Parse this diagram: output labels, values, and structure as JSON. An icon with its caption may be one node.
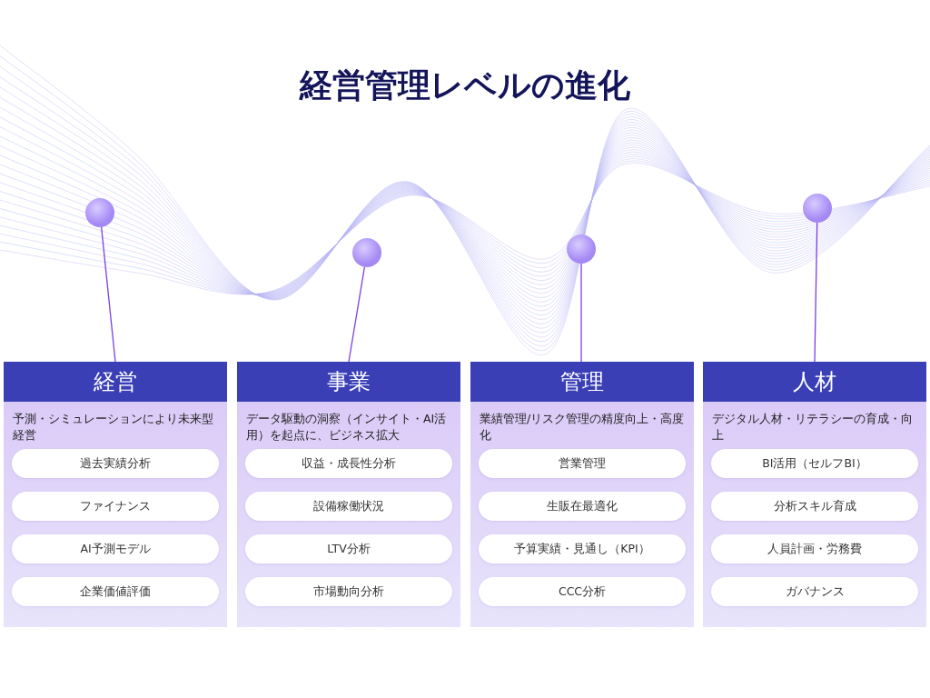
{
  "diagram": {
    "title": "経営管理レベルの進化",
    "nodes": [
      {
        "text": [],
        "shape": "circle"
      },
      {
        "text": [],
        "shape": "circle"
      },
      {
        "text": [],
        "shape": "circle"
      },
      {
        "text": [],
        "shape": "circle"
      },
      {
        "text": [
          "経営",
          "予測・シミュレーションにより未来型経営"
        ]
      },
      {
        "text": [
          "過去実績分析"
        ],
        "in": 4
      },
      {
        "text": [
          "ファイナンス"
        ],
        "in": 4
      },
      {
        "text": [
          "AI予測モデル"
        ],
        "in": 4
      },
      {
        "text": [
          "企業価値評価"
        ],
        "in": 4
      },
      {
        "text": [
          "事業",
          "データ駆動の洞察（インサイト・AI活用）を起点に、ビジネス拡大"
        ]
      },
      {
        "text": [
          "収益・成長性分析"
        ],
        "in": 9
      },
      {
        "text": [
          "設備稼働状況"
        ],
        "in": 9
      },
      {
        "text": [
          "LTV分析"
        ],
        "in": 9
      },
      {
        "text": [
          "市場動向分析"
        ],
        "in": 9
      },
      {
        "text": [
          "管理",
          "業績管理/リスク管理の精度向上・高度化"
        ]
      },
      {
        "text": [
          "営業管理"
        ],
        "in": 14
      },
      {
        "text": [
          "生販在最適化"
        ],
        "in": 14
      },
      {
        "text": [
          "予算実績・見通し（KPI）"
        ],
        "in": 14
      },
      {
        "text": [
          "CCC分析"
        ],
        "in": 14
      },
      {
        "text": [
          "人材",
          "デジタル人材・リテラシーの育成・向上"
        ]
      },
      {
        "text": [
          "BI活用（セルフBI）"
        ],
        "in": 19
      },
      {
        "text": [
          "分析スキル育成"
        ],
        "in": 19
      },
      {
        "text": [
          "人員計画・労務費"
        ],
        "in": 19
      },
      {
        "text": [
          "ガバナンス"
        ],
        "in": 19
      }
    ],
    "edges": [
      {
        "from": 0,
        "to": 4,
        "arrow": "none"
      },
      {
        "from": 1,
        "to": 9,
        "arrow": "none"
      },
      {
        "from": 2,
        "to": 14,
        "arrow": "none"
      },
      {
        "from": 3,
        "to": 19,
        "arrow": "none"
      }
    ]
  }
}
